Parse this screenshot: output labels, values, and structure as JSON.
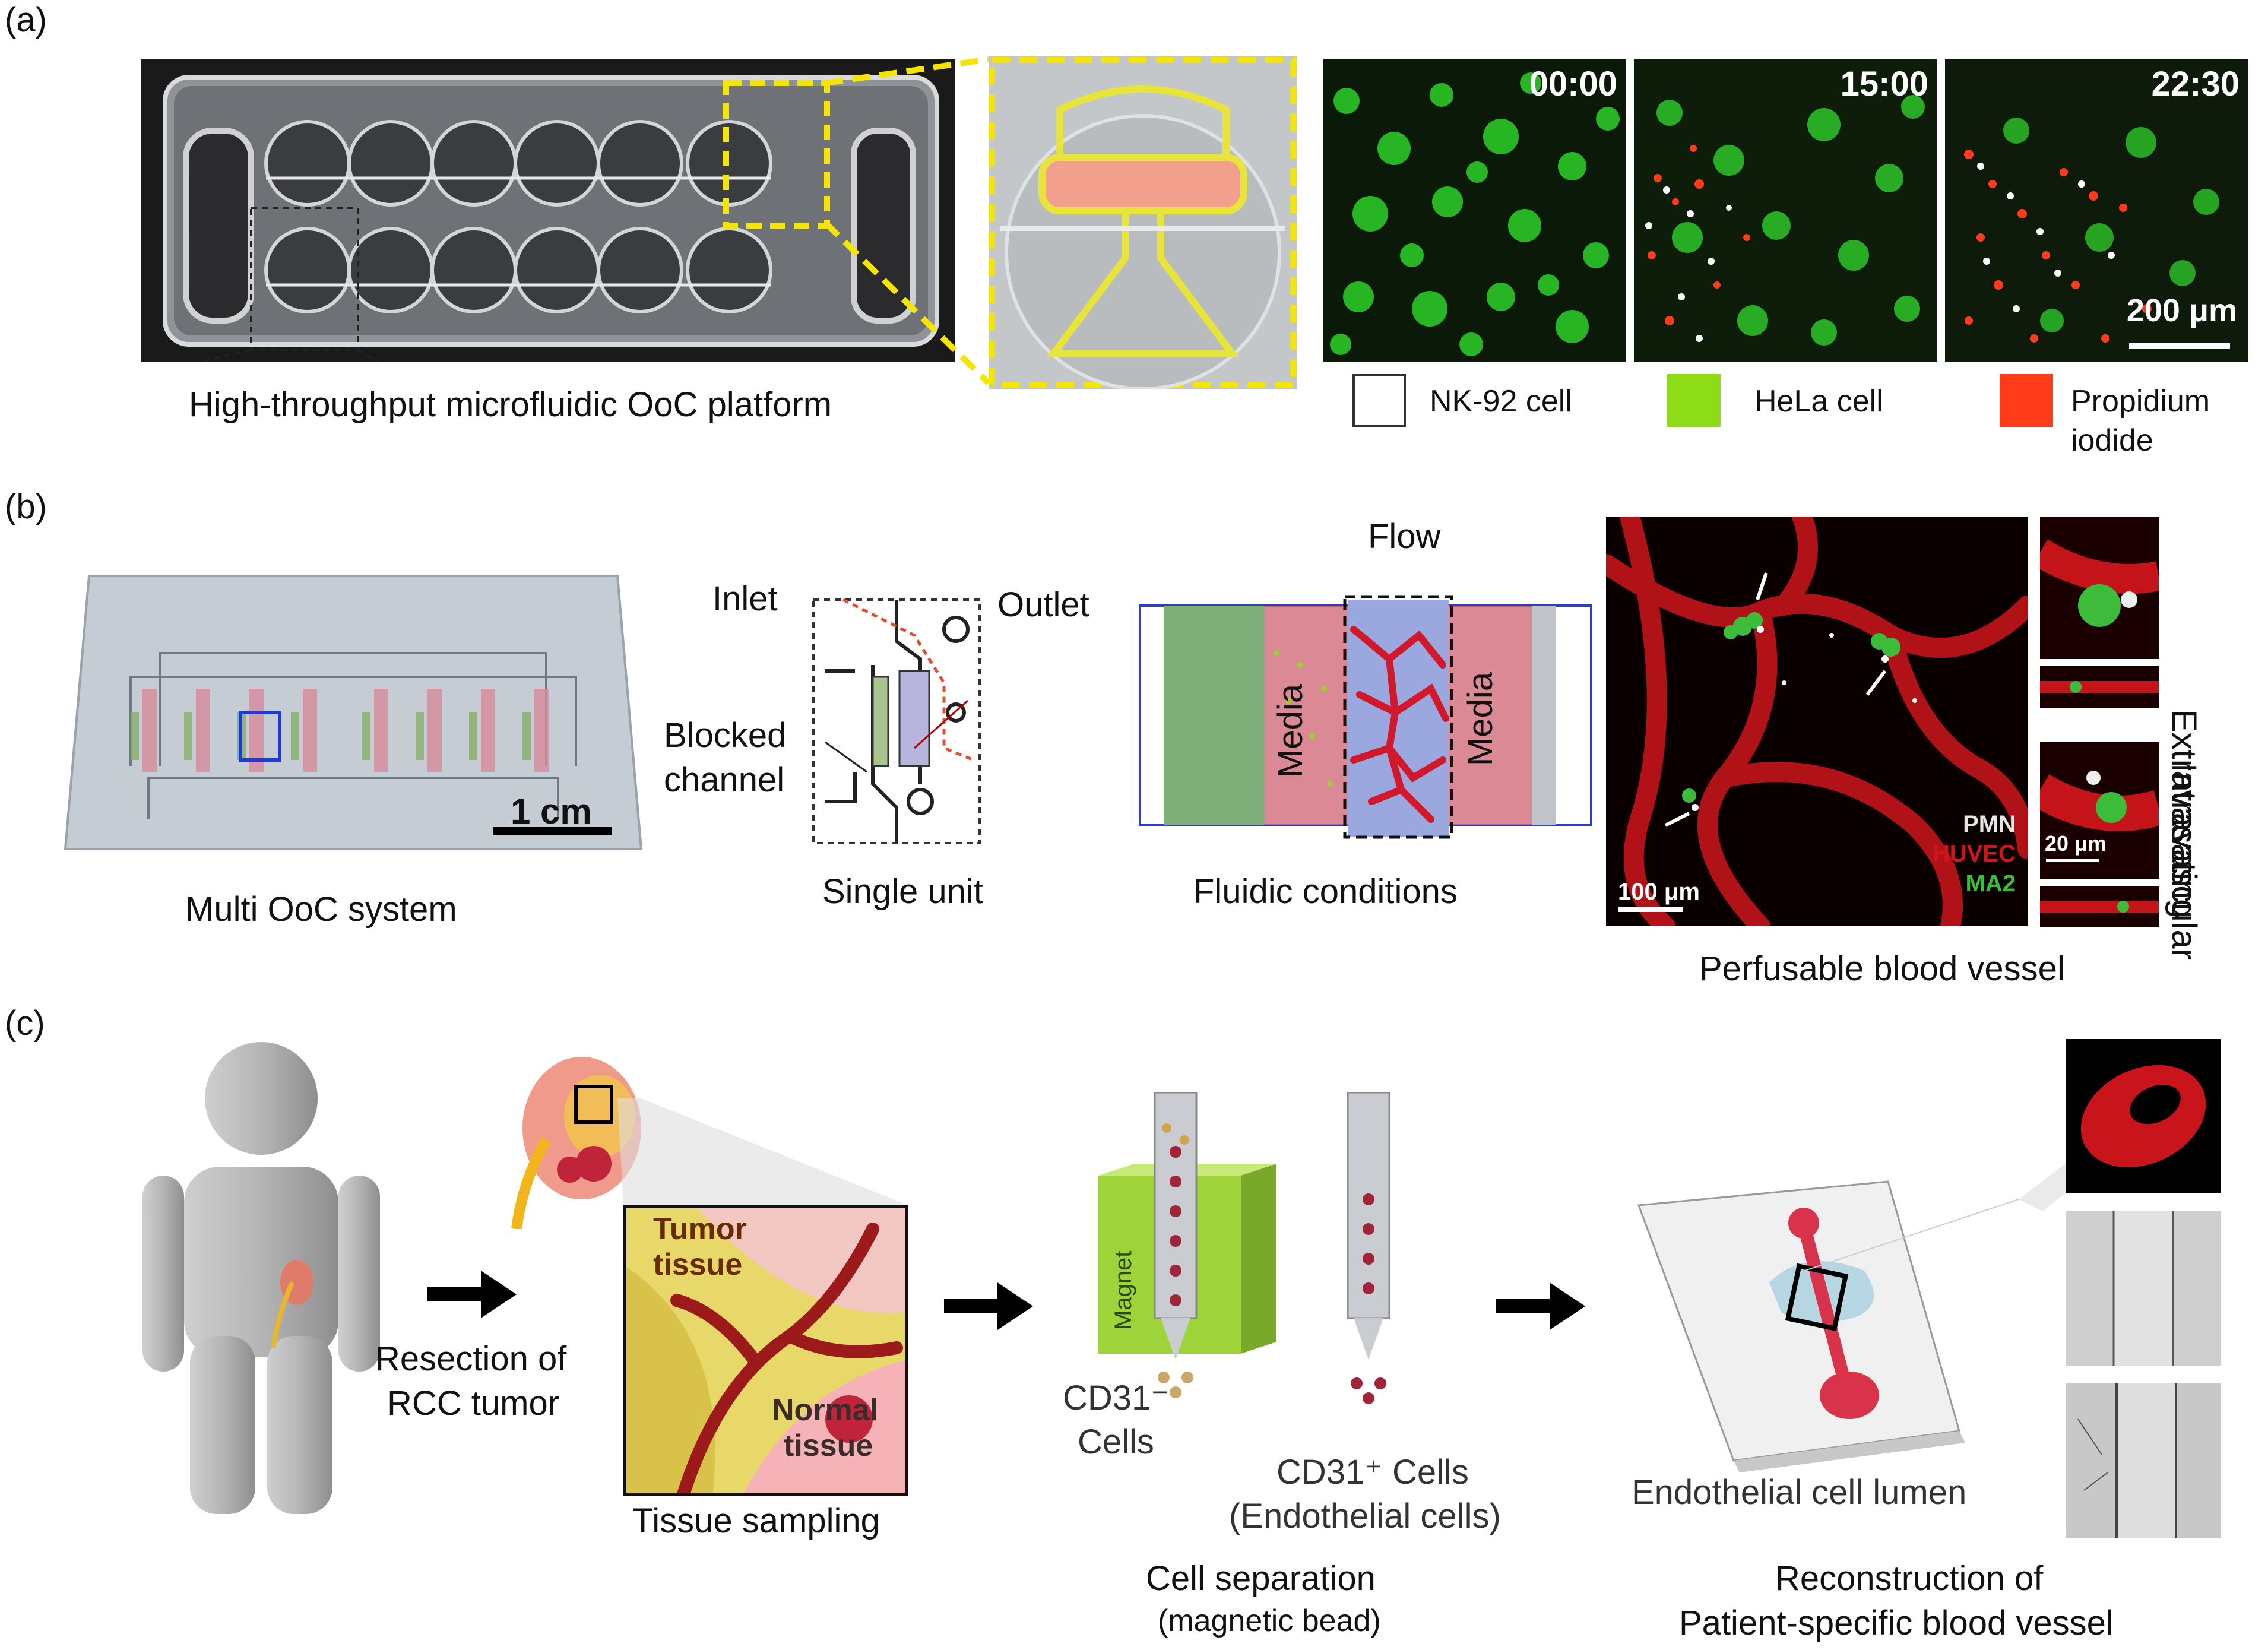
{
  "panel_labels": {
    "a": "(a)",
    "b": "(b)",
    "c": "(c)"
  },
  "panel_a": {
    "platform_caption": "High-throughput microfluidic OoC platform",
    "timestamps": [
      "00:00",
      "15:00",
      "22:30"
    ],
    "scalebar": "200 μm",
    "legend": [
      {
        "label": "NK-92 cell",
        "color": "#ffffff"
      },
      {
        "label": "HeLa cell",
        "color": "#8edc17"
      },
      {
        "label_line1": "Propidium",
        "label_line2": "iodide",
        "color": "#ff3b1a"
      }
    ],
    "colors": {
      "highlight": "#f4e600",
      "tumor": "#2ed12a",
      "dead": "#ff3b1a"
    }
  },
  "panel_b": {
    "multi_caption": "Multi OoC system",
    "multi_scalebar": "1 cm",
    "single_caption": "Single unit",
    "inlet": "Inlet",
    "outlet": "Outlet",
    "blocked_line1": "Blocked",
    "blocked_line2": "channel",
    "fluidic_caption": "Fluidic conditions",
    "flow": "Flow",
    "media_left": "Media",
    "media_right": "Media",
    "vessel_caption": "Perfusable blood vessel",
    "legend_pmn": "PMN",
    "legend_huvec": "HUVEC",
    "legend_ma2": "MA2",
    "scale_100": "100 μm",
    "scale_20": "20 μm",
    "extravasating": "Extravasating",
    "intravascular": "Intravascular"
  },
  "panel_c": {
    "resection_line1": "Resection of",
    "resection_line2": "RCC tumor",
    "tumor_tissue_line1": "Tumor",
    "tumor_tissue_line2": "tissue",
    "normal_tissue_line1": "Normal",
    "normal_tissue_line2": "tissue",
    "tissue_sampling": "Tissue sampling",
    "magnet": "Magnet",
    "cd31_neg_line1": "CD31⁻",
    "cd31_neg_line2": "Cells",
    "cd31_pos_line1": "CD31⁺ Cells",
    "cd31_pos_line2": "(Endothelial cells)",
    "cell_sep_line1": "Cell separation",
    "cell_sep_line2": "(magnetic bead)",
    "lumen": "Endothelial cell lumen",
    "recon_line1": "Reconstruction of",
    "recon_line2": "Patient-specific blood vessel"
  }
}
